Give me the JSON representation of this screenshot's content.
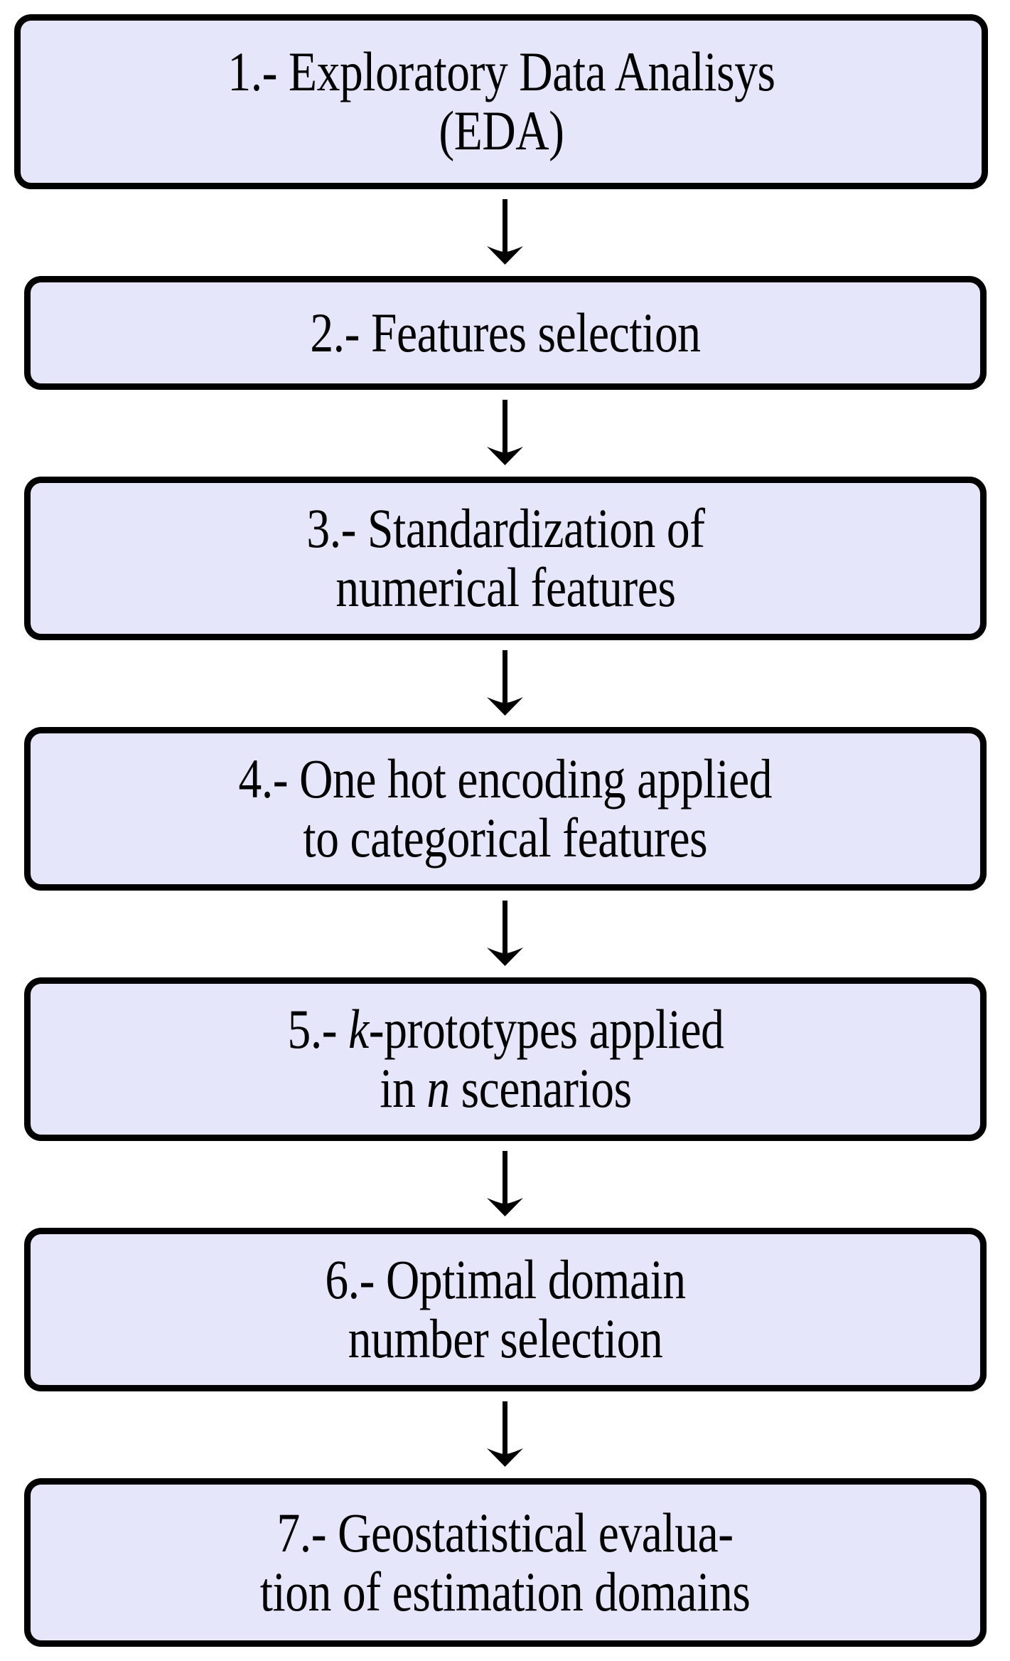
{
  "diagram": {
    "type": "flowchart",
    "orientation": "vertical-top-to-bottom",
    "title": "",
    "colors": {
      "node_fill": "#E6E6FA",
      "node_border": "#000000",
      "text": "#000000",
      "arrow": "#000000",
      "background": "#FFFFFF"
    },
    "nodes": [
      {
        "id": "step-1",
        "number": "1.-",
        "text": "1.- Exploratory Data Analisys\n(EDA)",
        "lines": [
          "1.- Exploratory Data Analisys",
          "(EDA)"
        ]
      },
      {
        "id": "step-2",
        "number": "2.-",
        "text": "2.- Features selection",
        "lines": [
          "2.- Features selection"
        ]
      },
      {
        "id": "step-3",
        "number": "3.-",
        "text": "3.- Standardization of\nnumerical features",
        "lines": [
          "3.- Standardization of",
          "numerical features"
        ]
      },
      {
        "id": "step-4",
        "number": "4.-",
        "text": "4.- One hot encoding applied\nto categorical features",
        "lines": [
          "4.- One hot encoding applied",
          "to categorical features"
        ]
      },
      {
        "id": "step-5",
        "number": "5.-",
        "text": "5.- k-prototypes applied\nin n scenarios",
        "lines": [
          "5.- k-prototypes applied",
          "in n scenarios"
        ],
        "italic_parts": [
          "k",
          "n"
        ],
        "segments": [
          {
            "t": "5.- ",
            "i": false
          },
          {
            "t": "k",
            "i": true
          },
          {
            "t": "-prototypes applied\nin ",
            "i": false
          },
          {
            "t": "n",
            "i": true
          },
          {
            "t": " scenarios",
            "i": false
          }
        ]
      },
      {
        "id": "step-6",
        "number": "6.-",
        "text": "6.- Optimal domain\nnumber selection",
        "lines": [
          "6.- Optimal domain",
          "number selection"
        ]
      },
      {
        "id": "step-7",
        "number": "7.-",
        "text": "7.- Geostatistical evalua-\ntion of estimation domains",
        "lines": [
          "7.- Geostatistical evalua-",
          "tion of estimation domains"
        ]
      }
    ],
    "edges": [
      {
        "id": "edge-1-2",
        "from": "step-1",
        "to": "step-2",
        "label": ""
      },
      {
        "id": "edge-2-3",
        "from": "step-2",
        "to": "step-3",
        "label": ""
      },
      {
        "id": "edge-3-4",
        "from": "step-3",
        "to": "step-4",
        "label": ""
      },
      {
        "id": "edge-4-5",
        "from": "step-4",
        "to": "step-5",
        "label": ""
      },
      {
        "id": "edge-5-6",
        "from": "step-5",
        "to": "step-6",
        "label": ""
      },
      {
        "id": "edge-6-7",
        "from": "step-6",
        "to": "step-7",
        "label": ""
      }
    ]
  }
}
